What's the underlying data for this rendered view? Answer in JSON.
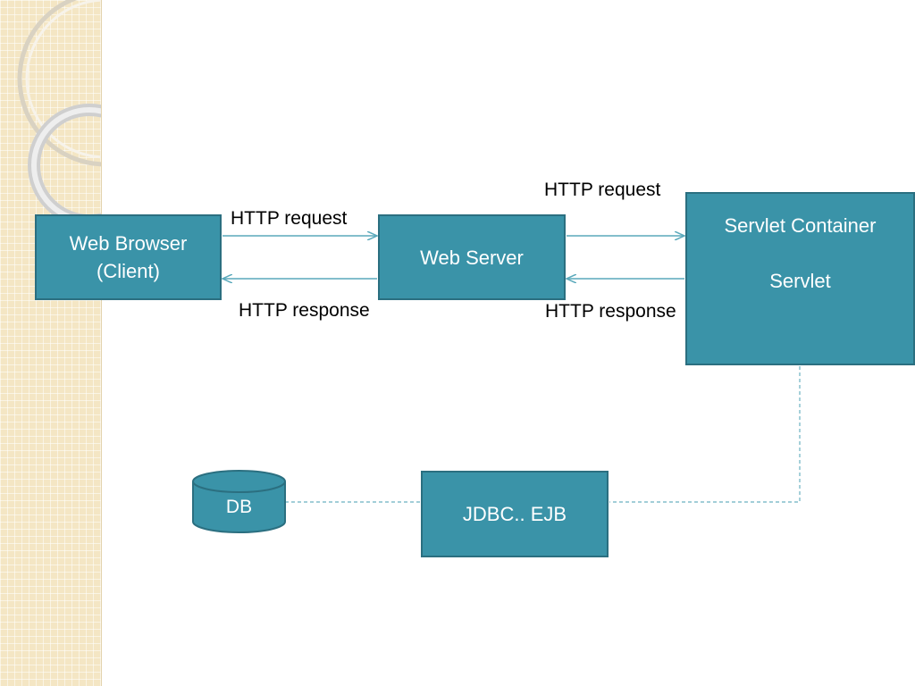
{
  "nodes": {
    "browser": {
      "line1": "Web Browser",
      "line2": "(Client)"
    },
    "web_server": {
      "label": "Web Server"
    },
    "servlet_container": {
      "title": "Servlet Container",
      "inner": "Servlet"
    },
    "jdbc": {
      "label": "JDBC.. EJB"
    },
    "db": {
      "label": "DB"
    }
  },
  "edges": {
    "request_1": "HTTP request",
    "response_1": "HTTP response",
    "request_2": "HTTP request",
    "response_2": "HTTP response"
  },
  "colors": {
    "box_fill": "#3a93a8",
    "box_border": "#2b6f80",
    "arrow": "#5aa9bb",
    "sidebar": "#f4e6c4"
  }
}
